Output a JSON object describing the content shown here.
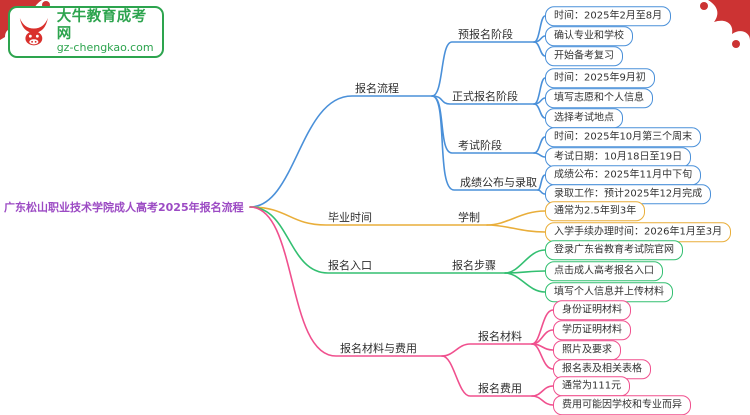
{
  "page": {
    "title": "广东松山职业技术学院成人高考2025年报名流程"
  },
  "logo": {
    "site_name": "大牛教育成考网",
    "site_domain": "gz-chengkao.com"
  },
  "colors": {
    "root_text": "#9c4bc4",
    "branch_blue": "#4a90d9",
    "branch_yellow": "#e9ae3a",
    "branch_green": "#33bf71",
    "branch_pink": "#f0508e",
    "logo_green": "#2da44e",
    "logo_red": "#d9302c",
    "ornament_red": "#cc3333"
  },
  "mindmap": {
    "root": "广东松山职业技术学院成人高考2025年报名流程",
    "branches": [
      {
        "label": "报名流程",
        "color": "#4a90d9",
        "children": [
          {
            "label": "预报名阶段",
            "leaves": [
              "时间：2025年2月至8月",
              "确认专业和学校",
              "开始备考复习"
            ]
          },
          {
            "label": "正式报名阶段",
            "leaves": [
              "时间：2025年9月初",
              "填写志愿和个人信息",
              "选择考试地点"
            ]
          },
          {
            "label": "考试阶段",
            "leaves": [
              "时间：2025年10月第三个周末",
              "考试日期：10月18日至19日"
            ]
          },
          {
            "label": "成绩公布与录取",
            "leaves": [
              "成绩公布：2025年11月中下旬",
              "录取工作：预计2025年12月完成"
            ]
          }
        ]
      },
      {
        "label": "毕业时间",
        "color": "#e9ae3a",
        "children": [
          {
            "label": "学制",
            "leaves": [
              "通常为2.5年到3年",
              "入学手续办理时间：2026年1月至3月"
            ]
          }
        ]
      },
      {
        "label": "报名入口",
        "color": "#33bf71",
        "children": [
          {
            "label": "报名步骤",
            "leaves": [
              "登录广东省教育考试院官网",
              "点击成人高考报名入口",
              "填写个人信息并上传材料"
            ]
          }
        ]
      },
      {
        "label": "报名材料与费用",
        "color": "#f0508e",
        "children": [
          {
            "label": "报名材料",
            "leaves": [
              "身份证明材料",
              "学历证明材料",
              "照片及要求",
              "报名表及相关表格"
            ]
          },
          {
            "label": "报名费用",
            "leaves": [
              "通常为111元",
              "费用可能因学校和专业而异"
            ]
          }
        ]
      }
    ]
  }
}
